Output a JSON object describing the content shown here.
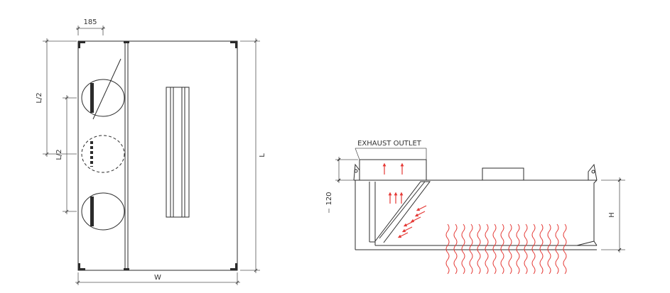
{
  "labels": {
    "dim_185": "185",
    "dim_l_half_top": "L/2",
    "dim_l_half_bottom": "L/2",
    "dim_l": "L",
    "dim_w": "W",
    "exhaust_outlet": "EXHAUST OUTLET",
    "dim_120": "120",
    "dim_h": "H"
  },
  "colors": {
    "line": "#2b2b2b",
    "dim": "#555555",
    "airflow": "#e53935"
  }
}
